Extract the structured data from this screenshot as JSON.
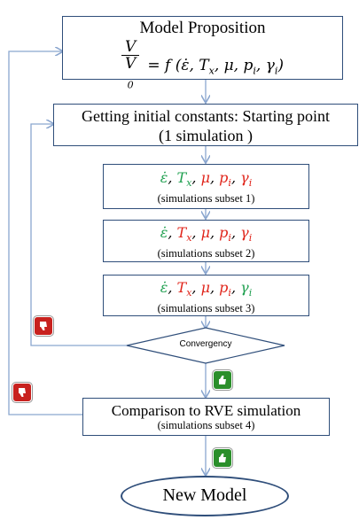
{
  "model_proposition": {
    "title": "Model Proposition",
    "numerator": "V",
    "denominator": "V",
    "denominator_sub": "0",
    "formula": "= f (ε̇, T",
    "formula_tx_sub": "x",
    "formula_tail": ", μ, p",
    "formula_pi_sub": "i",
    "formula_tail2": ", γ",
    "formula_gi_sub": "i",
    "formula_close": ")"
  },
  "initial_constants": {
    "line1": "Getting initial constants: Starting point",
    "line2": "(1 simulation )"
  },
  "subsets": [
    {
      "label": "(simulations subset 1)"
    },
    {
      "label": "(simulations subset 2)"
    },
    {
      "label": "(simulations subset 3)"
    }
  ],
  "vars": {
    "eps": "ε̇",
    "sep": ", ",
    "T": "T",
    "T_sub": "x",
    "mu": "μ",
    "p": "p",
    "p_sub": "i",
    "gamma": "γ",
    "gamma_sub": "i"
  },
  "convergency": {
    "label": "Convergency"
  },
  "comparison": {
    "line1": "Comparison to RVE simulation",
    "line2": "(simulations subset 4)"
  },
  "new_model": {
    "label": "New Model"
  },
  "colors": {
    "green": "#20a050",
    "red": "#e0251b",
    "border": "#2f4e7a",
    "line": "#8aa6cf"
  },
  "icons": [
    "thumbs-down-icon",
    "thumbs-up-icon"
  ]
}
